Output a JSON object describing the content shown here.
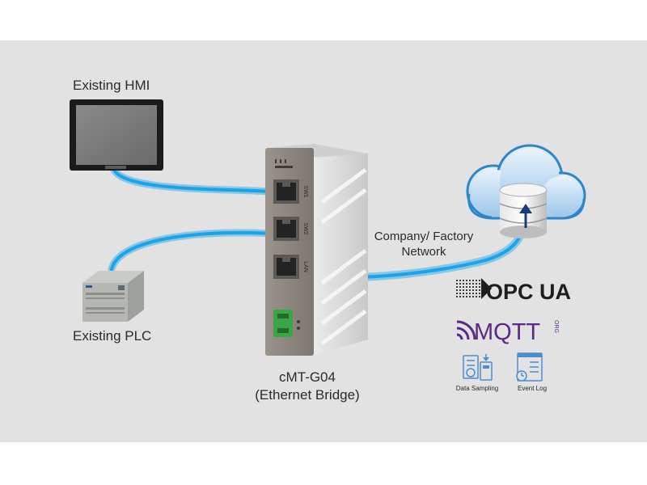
{
  "labels": {
    "hmi": "Existing HMI",
    "plc": "Existing PLC",
    "device_name": "cMT-G04",
    "device_role": "(Ethernet Bridge)",
    "network_line1": "Company/ Factory",
    "network_line2": "Network",
    "data_sampling": "Data Sampling",
    "event_log": "Event Log"
  },
  "ports": [
    "SW1",
    "SW2",
    "LAN"
  ],
  "logos": {
    "opcua_text": "OPC UA",
    "mqtt_text": "MQTT",
    "mqtt_suffix": "ORG"
  },
  "colors": {
    "background": "#e2e2e2",
    "cable": "#1aa3e8",
    "cloud": "#2d86c8",
    "opcua": "#1e1e1e",
    "mqtt": "#5b2a82",
    "terminal": "#3aa447",
    "icon": "#4a8ed0"
  },
  "icons": [
    "hmi-panel-icon",
    "plc-icon",
    "gateway-device-icon",
    "cloud-icon",
    "database-icon",
    "data-sampling-icon",
    "event-log-icon"
  ]
}
